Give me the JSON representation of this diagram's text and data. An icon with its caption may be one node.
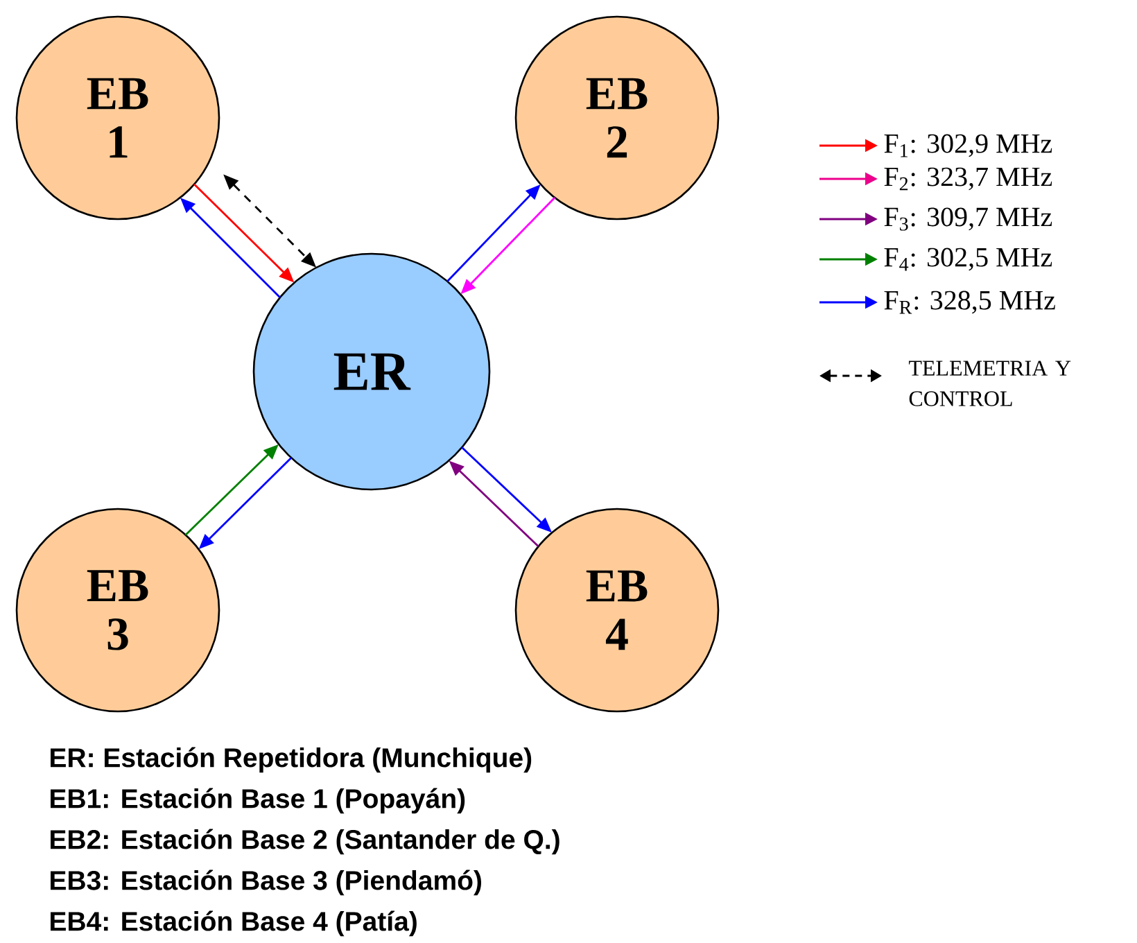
{
  "diagram": {
    "nodes": [
      {
        "text": [
          "EB 1"
        ]
      },
      {
        "text": [
          "EB 2"
        ]
      },
      {
        "text": [
          "ER"
        ]
      },
      {
        "text": [
          "EB 3"
        ]
      },
      {
        "text": [
          "EB 4"
        ]
      }
    ],
    "edges": [
      {
        "from": 0,
        "to": 2,
        "arrow": "to",
        "color": "#ff0000"
      },
      {
        "from": 2,
        "to": 0,
        "arrow": "to",
        "color": "#0000ff"
      },
      {
        "from": 0,
        "to": 2,
        "arrow": "both",
        "style": "dashed",
        "color": "#000000"
      },
      {
        "from": 2,
        "to": 1,
        "arrow": "to",
        "color": "#0000ff"
      },
      {
        "from": 1,
        "to": 2,
        "arrow": "to",
        "color": "#ff00ff"
      },
      {
        "from": 3,
        "to": 2,
        "arrow": "to",
        "color": "#008000"
      },
      {
        "from": 2,
        "to": 3,
        "arrow": "to",
        "color": "#0000ff"
      },
      {
        "from": 2,
        "to": 4,
        "arrow": "to",
        "color": "#0000ff"
      },
      {
        "from": 4,
        "to": 2,
        "arrow": "to",
        "color": "#800080"
      }
    ],
    "labels": [
      "ER: Estación Repetidora (Munchique)",
      "EB1: Estación Base 1 (Popayán)",
      "EB2: Estación Base 2 (Santander de Q.)",
      "EB3: Estación Base 3 (Piendamó)",
      "EB4: Estación Base 4 (Patía)"
    ],
    "legend": [
      {
        "text": "F$_{1}$: 302,9 MHz"
      },
      {
        "text": "F$_{2}$: 323,7 MHz"
      },
      {
        "text": "F$_{3}$: 309,7 MHz"
      },
      {
        "text": "F$_{4}$: 302,5 MHz"
      },
      {
        "text": "F$_{R}$: 328,5 MHz"
      },
      {
        "text": "TELEMETRIA Y CONTROL"
      }
    ]
  }
}
